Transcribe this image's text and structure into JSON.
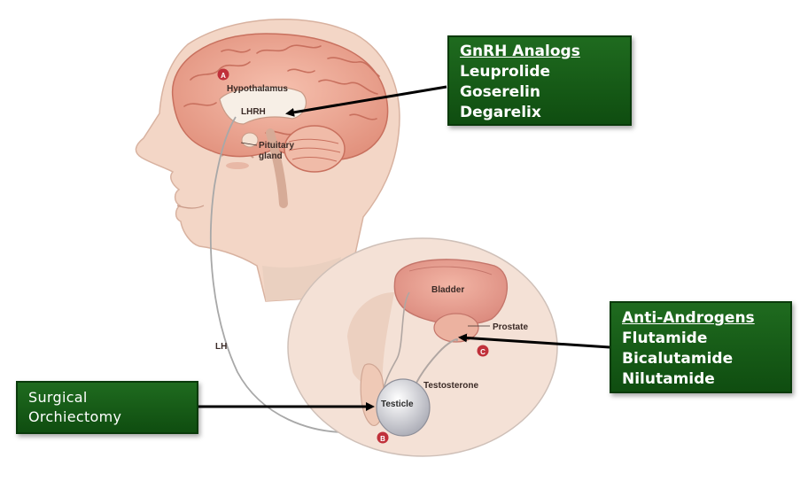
{
  "labels": {
    "hypothalamus": "Hypothalamus",
    "lhrh": "LHRH",
    "pituitary_1": "Pituitary",
    "pituitary_2": "gland",
    "lh": "LH",
    "bladder": "Bladder",
    "prostate": "Prostate",
    "testosterone": "Testosterone",
    "testicle": "Testicle",
    "marker_a": "A",
    "marker_b": "B",
    "marker_c": "C"
  },
  "boxes": {
    "gnrh": {
      "heading": "GnRH Analogs",
      "items": [
        "Leuprolide",
        "Goserelin",
        "Degarelix"
      ]
    },
    "anti_androgens": {
      "heading": "Anti-Androgens",
      "items": [
        "Flutamide",
        "Bicalutamide",
        "Nilutamide"
      ]
    },
    "surgical": {
      "lines": [
        "Surgical",
        "Orchiectomy"
      ]
    }
  },
  "colors": {
    "box_green": "#1a5e1a",
    "marker_red": "#c0303a",
    "skin": "#f2d2c0"
  }
}
